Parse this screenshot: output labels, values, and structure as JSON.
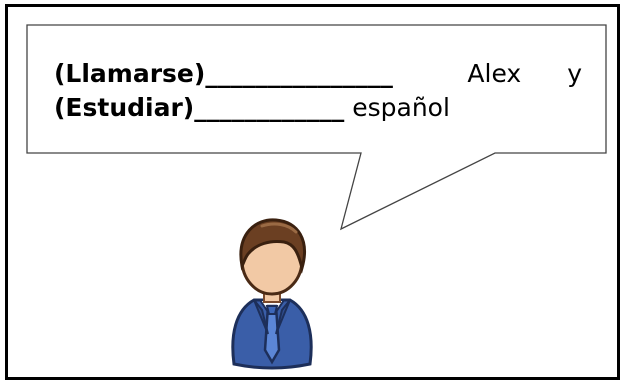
{
  "speech_bubble": {
    "line1": {
      "verb": "(Llamarse)",
      "blank": "_______________",
      "words": [
        "Alex",
        "y"
      ]
    },
    "line2": {
      "verb": "(Estudiar)",
      "blank": "____________",
      "word": "español"
    }
  },
  "icons": {
    "character": "person-in-suit-icon"
  },
  "colors": {
    "border": "#000000",
    "hair": "#6b3f22",
    "skin": "#f2c9a5",
    "suit": "#3a5ea8",
    "tie": "#5b86d6"
  }
}
